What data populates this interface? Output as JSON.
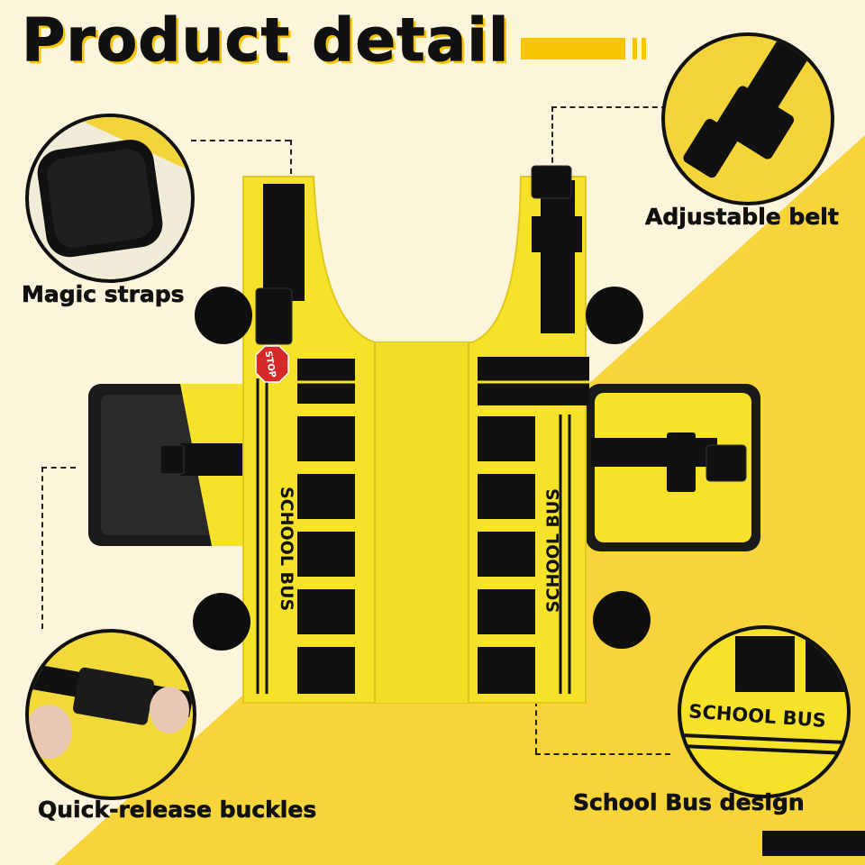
{
  "header": {
    "title": "Product detail"
  },
  "features": {
    "magic_straps": "Magic straps",
    "adjustable_belt": "Adjustable belt",
    "quick_release": "Quick-release buckles",
    "school_bus_design": "School Bus design"
  },
  "vest": {
    "stop_text": "STOP",
    "side_text_left": "SCHOOL BUS",
    "side_text_right": "SCHOOL BUS",
    "detail_text": "SCHOOL BUS"
  },
  "colors": {
    "background": "#fdf4dc",
    "accent_yellow": "#f6d43a",
    "vest_yellow": "#f7e22a",
    "black": "#111111",
    "stop_red": "#d42a2a"
  }
}
